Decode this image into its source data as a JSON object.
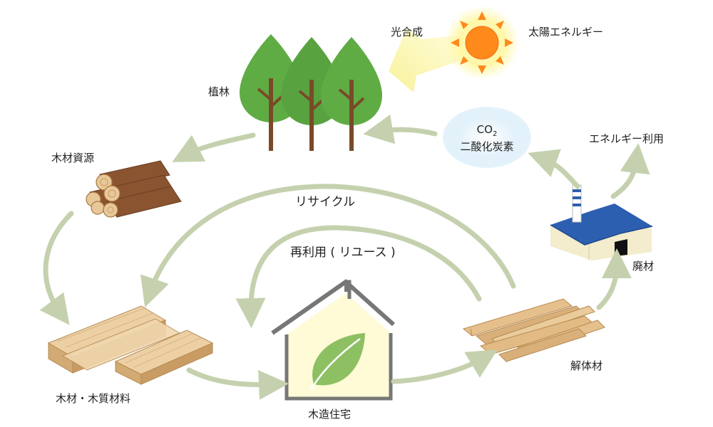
{
  "labels": {
    "photosynthesis": "光合成",
    "solar_energy": "太陽エネルギー",
    "afforestation": "植林",
    "timber_resources": "木材資源",
    "co2_formula": "CO",
    "co2_subscript": "2",
    "carbon_dioxide": "二酸化炭素",
    "energy_use": "エネルギー利用",
    "recycle": "リサイクル",
    "reuse": "再利用 ( リユース )",
    "waste_wood": "廃材",
    "lumber_products": "木材・木質材料",
    "wooden_house": "木造住宅",
    "demolition_wood": "解体材"
  },
  "colors": {
    "arrow": "#c5d1ae",
    "tree_green": "#5fac45",
    "trunk": "#7a4a28",
    "sun_core": "#ff8a1c",
    "sun_glow": "#fff7a6",
    "co2_cloud": "#d6ecf8",
    "house_fill": "#fffbd6",
    "house_frame": "#777777",
    "leaf": "#8dc063",
    "roof_blue": "#2d5fb0",
    "wood_light": "#e8c89a",
    "wood_dark": "#c89c62"
  }
}
